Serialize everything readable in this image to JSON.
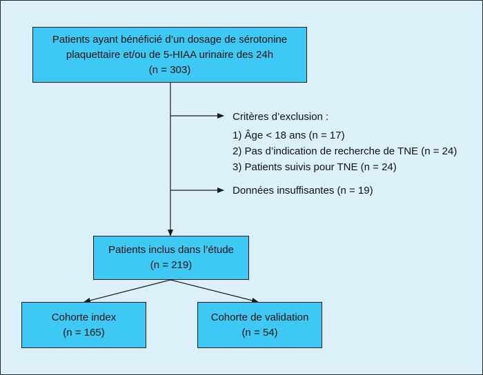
{
  "nodes": {
    "start": {
      "lines": [
        "Patients ayant bénéficié d’un dosage de sérotonine",
        "plaquettaire et/ou de 5-HIAA urinaire des 24h",
        "(n = 303)"
      ]
    },
    "included": {
      "lines": [
        "Patients inclus dans l’étude",
        "(n = 219)"
      ]
    },
    "index_cohort": {
      "lines": [
        "Cohorte index",
        "(n = 165)"
      ]
    },
    "validation_cohort": {
      "lines": [
        "Cohorte de validation",
        "(n = 54)"
      ]
    }
  },
  "exclusions": {
    "title": "Critères d’exclusion :",
    "items": [
      "1) Âge < 18 ans (n = 17)",
      "2) Pas d’indication de recherche de TNE (n = 24)",
      "3) Patients suivis pour TNE (n = 24)"
    ]
  },
  "insufficient_data": "Données insuffisantes (n = 19)",
  "colors": {
    "background": "#dcf0fa",
    "box_fill": "#3ec8f4",
    "line": "#1a1a1a"
  }
}
